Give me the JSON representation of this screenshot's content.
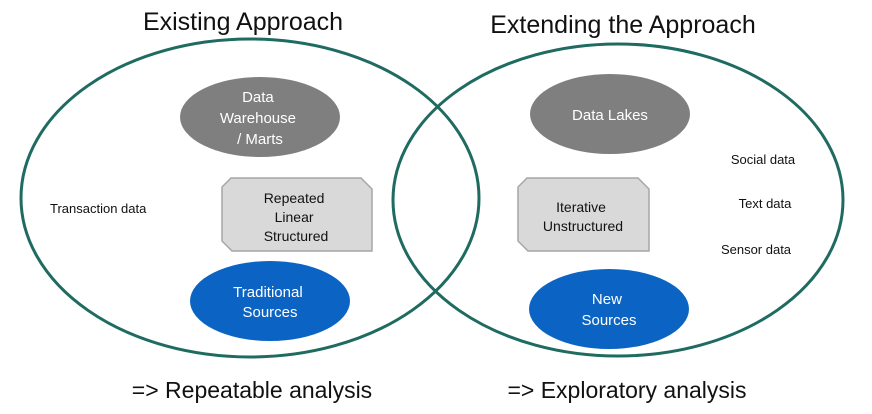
{
  "colors": {
    "circle_stroke": "#1f6b61",
    "gray_fill": "#7f7f7f",
    "blue_fill": "#0b64c4",
    "box_fill": "#d9d9d9",
    "box_stroke": "#a6a6a6",
    "text": "#111111"
  },
  "left": {
    "title": "Existing Approach",
    "top_ellipse": [
      "Data",
      "Warehouse",
      "/ Marts"
    ],
    "middle_box": [
      "Repeated",
      "Linear",
      "Structured"
    ],
    "bottom_ellipse": [
      "Traditional",
      "Sources"
    ],
    "side_label": "Transaction data",
    "footer": "=> Repeatable analysis"
  },
  "right": {
    "title": "Extending the Approach",
    "top_ellipse": [
      "Data Lakes"
    ],
    "middle_box": [
      "Iterative",
      "Unstructured"
    ],
    "bottom_ellipse": [
      "New",
      "Sources"
    ],
    "side_labels": [
      "Social data",
      "Text data",
      "Sensor data"
    ],
    "footer": "=> Exploratory analysis"
  }
}
